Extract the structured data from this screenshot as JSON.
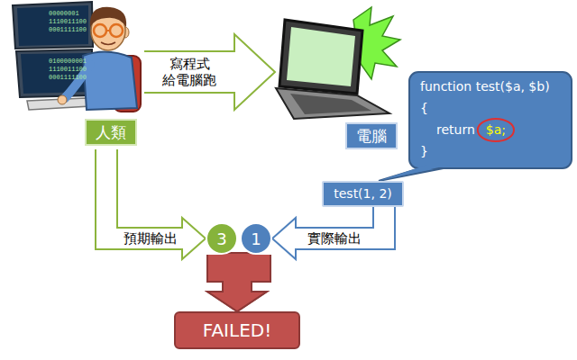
{
  "diagram": {
    "nodes": [
      {
        "text": [
          "人類"
        ]
      },
      {
        "text": [
          "電腦"
        ]
      },
      {
        "text": [
          "function test($a, $b)",
          "{",
          "return",
          "$a;",
          "}"
        ]
      },
      {
        "text": [
          "test(1, 2)"
        ]
      },
      {
        "text": [
          "3"
        ]
      },
      {
        "text": [
          "1"
        ]
      },
      {
        "text": [
          "FAILED!"
        ]
      }
    ],
    "edges": [
      {
        "from": 0,
        "to": 1,
        "arrow": "to",
        "label": "寫程式 給電腦跑"
      },
      {
        "from": 0,
        "to": 4,
        "arrow": "to",
        "label": "預期輸出"
      },
      {
        "from": 3,
        "to": 5,
        "arrow": "to",
        "label": "實際輸出"
      },
      {
        "from": 4,
        "to": 6,
        "arrow": "to"
      },
      {
        "from": 5,
        "to": 6,
        "arrow": "to"
      }
    ],
    "labels": [
      "00000001",
      "1110011100",
      "0001111100",
      "0100000001",
      "1110011100",
      "0001111100"
    ]
  }
}
